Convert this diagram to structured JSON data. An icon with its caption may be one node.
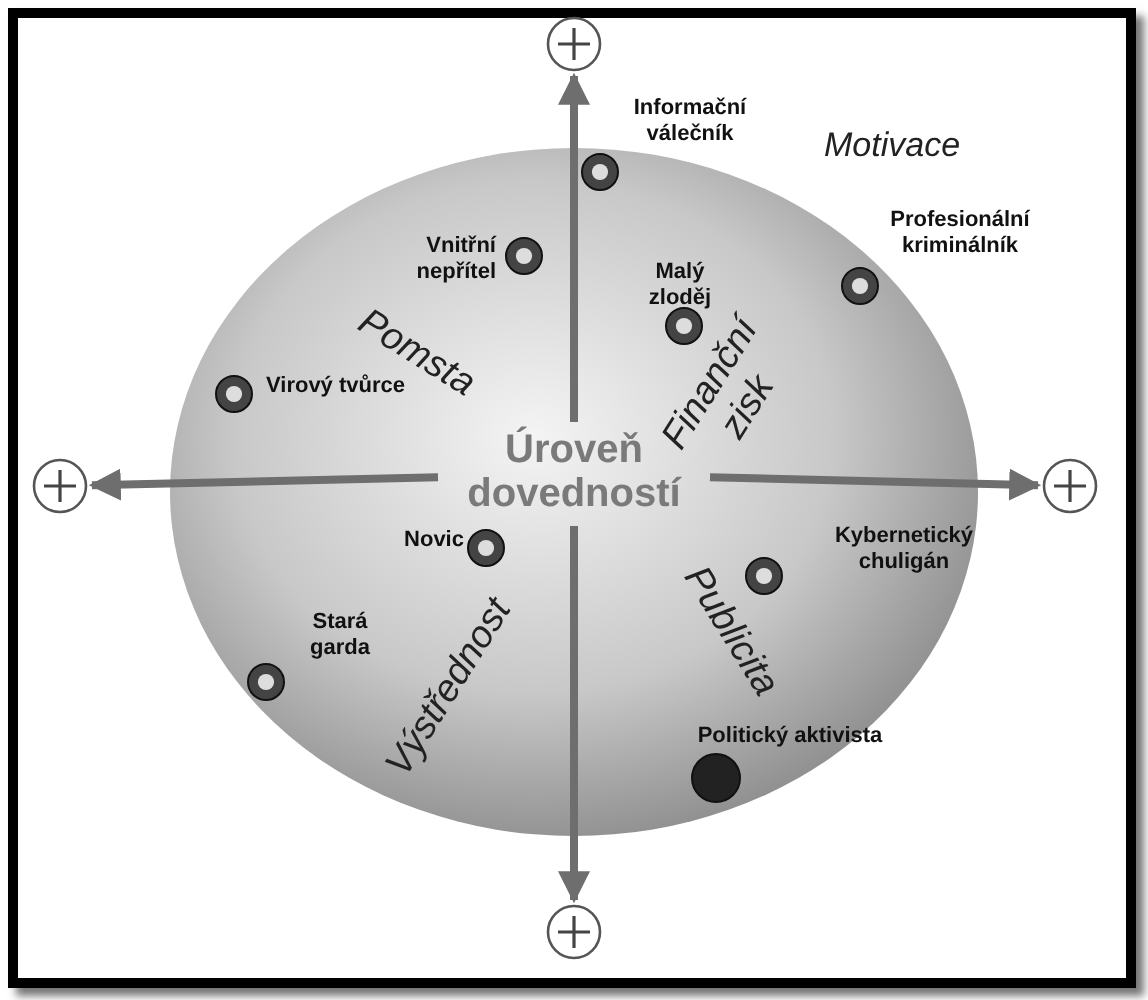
{
  "diagram": {
    "nodes": [
      {
        "text": [],
        "shape": "circle"
      },
      {
        "text": [],
        "shape": "circle"
      },
      {
        "text": [
          "Úroveň dovedností"
        ]
      },
      {
        "text": [],
        "shape": "circle"
      },
      {
        "text": [],
        "shape": "circle"
      }
    ],
    "edges": [
      {
        "from": 2,
        "to": 0,
        "arrow": "to"
      },
      {
        "from": 2,
        "to": 1,
        "arrow": "to"
      },
      {
        "from": 2,
        "to": 3,
        "arrow": "to"
      },
      {
        "from": 2,
        "to": 4,
        "arrow": "to"
      }
    ],
    "labels": [
      "Informační válečník",
      "Motivace",
      "Vnitřní nepřítel",
      "Profesionální kriminálník",
      "Malý zloděj",
      "Pomsta",
      "Virový tvůrce",
      "Finanční zisk",
      "Novic",
      "Kybernetický chuligán",
      "Stará garda",
      "Publicita",
      "Výstřednost",
      "Politický aktivista"
    ]
  }
}
